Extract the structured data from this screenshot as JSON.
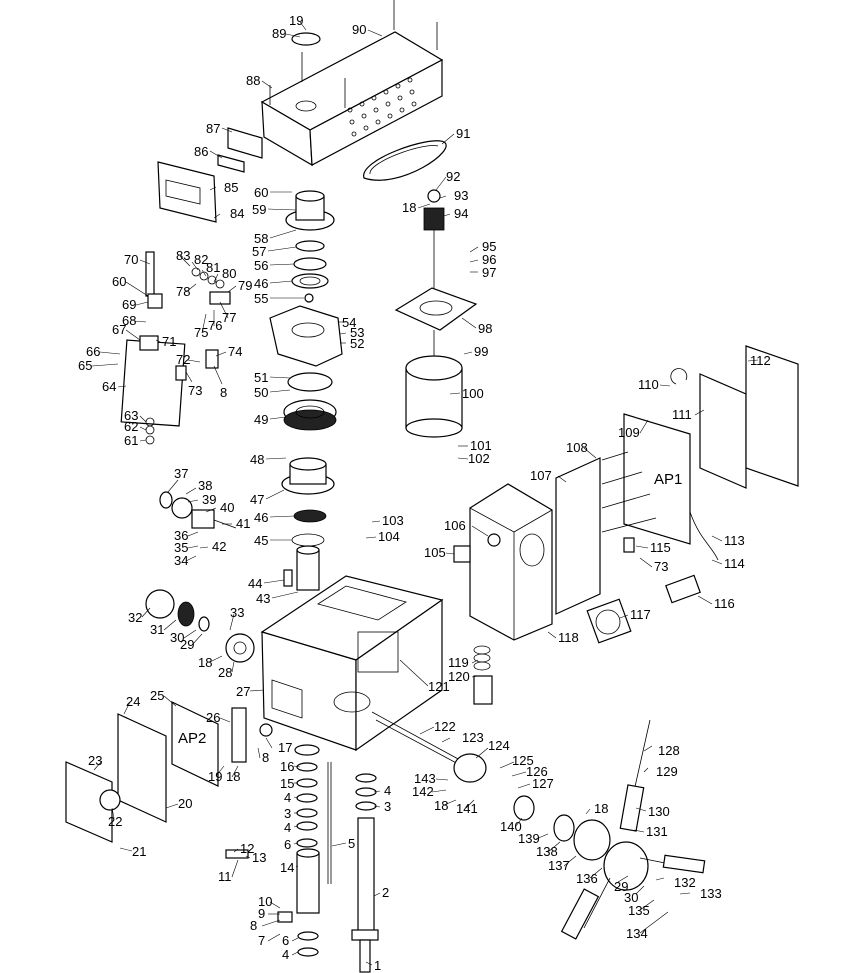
{
  "diagram": {
    "labels": {
      "p19a": "19",
      "p89": "89",
      "p90": "90",
      "p88": "88",
      "p87": "87",
      "p86": "86",
      "p85": "85",
      "p84": "84",
      "p91": "91",
      "p60a": "60",
      "p59": "59",
      "p58": "58",
      "p57": "57",
      "p56": "56",
      "p46a": "46",
      "p55": "55",
      "p54": "54",
      "p53": "53",
      "p52": "52",
      "p51": "51",
      "p50": "50",
      "p49": "49",
      "p48": "48",
      "p47": "47",
      "p46b": "46",
      "p45": "45",
      "p44": "44",
      "p43": "43",
      "p92": "92",
      "p93": "93",
      "p18a": "18",
      "p94": "94",
      "p95": "95",
      "p96": "96",
      "p97": "97",
      "p98": "98",
      "p99": "99",
      "p100": "100",
      "p101": "101",
      "p102": "102",
      "p70": "70",
      "p83": "83",
      "p82": "82",
      "p81": "81",
      "p80": "80",
      "p78": "78",
      "p79": "79",
      "p60b": "60",
      "p69": "69",
      "p77": "77",
      "p76": "76",
      "p75": "75",
      "p68": "68",
      "p67": "67",
      "p71": "71",
      "p66": "66",
      "p65": "65",
      "p72": "72",
      "p74": "74",
      "p73a": "73",
      "p8a": "8",
      "p64": "64",
      "p63": "63",
      "p62": "62",
      "p61": "61",
      "p37": "37",
      "p38": "38",
      "p39": "39",
      "p40": "40",
      "p41": "41",
      "p36": "36",
      "p35": "35",
      "p42": "42",
      "p34": "34",
      "p103": "103",
      "p104": "104",
      "p105": "105",
      "p106": "106",
      "p107": "107",
      "p108": "108",
      "p109": "109",
      "p110": "110",
      "p111": "111",
      "p112": "112",
      "ap1": "AP1",
      "p113": "113",
      "p114": "114",
      "p115": "115",
      "p73b": "73",
      "p116": "116",
      "p117": "117",
      "p118": "118",
      "p119": "119",
      "p120": "120",
      "p121": "121",
      "p32": "32",
      "p31": "31",
      "p30a": "30",
      "p29a": "29",
      "p33": "33",
      "p18b": "18",
      "p28": "28",
      "p27": "27",
      "p25": "25",
      "p24": "24",
      "p26": "26",
      "ap2": "AP2",
      "p23": "23",
      "p22": "22",
      "p20": "20",
      "p21": "21",
      "p17": "17",
      "p8b": "8",
      "p19b": "19",
      "p18c": "18",
      "p122": "122",
      "p123": "123",
      "p124": "124",
      "p125": "125",
      "p126": "126",
      "p127": "127",
      "p143": "143",
      "p142": "142",
      "p18d": "18",
      "p141": "141",
      "p128": "128",
      "p129": "129",
      "p130": "130",
      "p131": "131",
      "p18e": "18",
      "p140": "140",
      "p139": "139",
      "p138": "138",
      "p137": "137",
      "p136": "136",
      "p29b": "29",
      "p30b": "30",
      "p132": "132",
      "p133": "133",
      "p135": "135",
      "p134": "134",
      "p16": "16",
      "p15": "15",
      "p4a": "4",
      "p3a": "3",
      "p4b": "4",
      "p6a": "6",
      "p14": "14",
      "p5": "5",
      "p4c": "4",
      "p3b": "3",
      "p2": "2",
      "p1": "1",
      "p12": "12",
      "p13": "13",
      "p11": "11",
      "p10": "10",
      "p9": "9",
      "p8c": "8",
      "p7": "7",
      "p6b": "6",
      "p4d": "4"
    }
  }
}
